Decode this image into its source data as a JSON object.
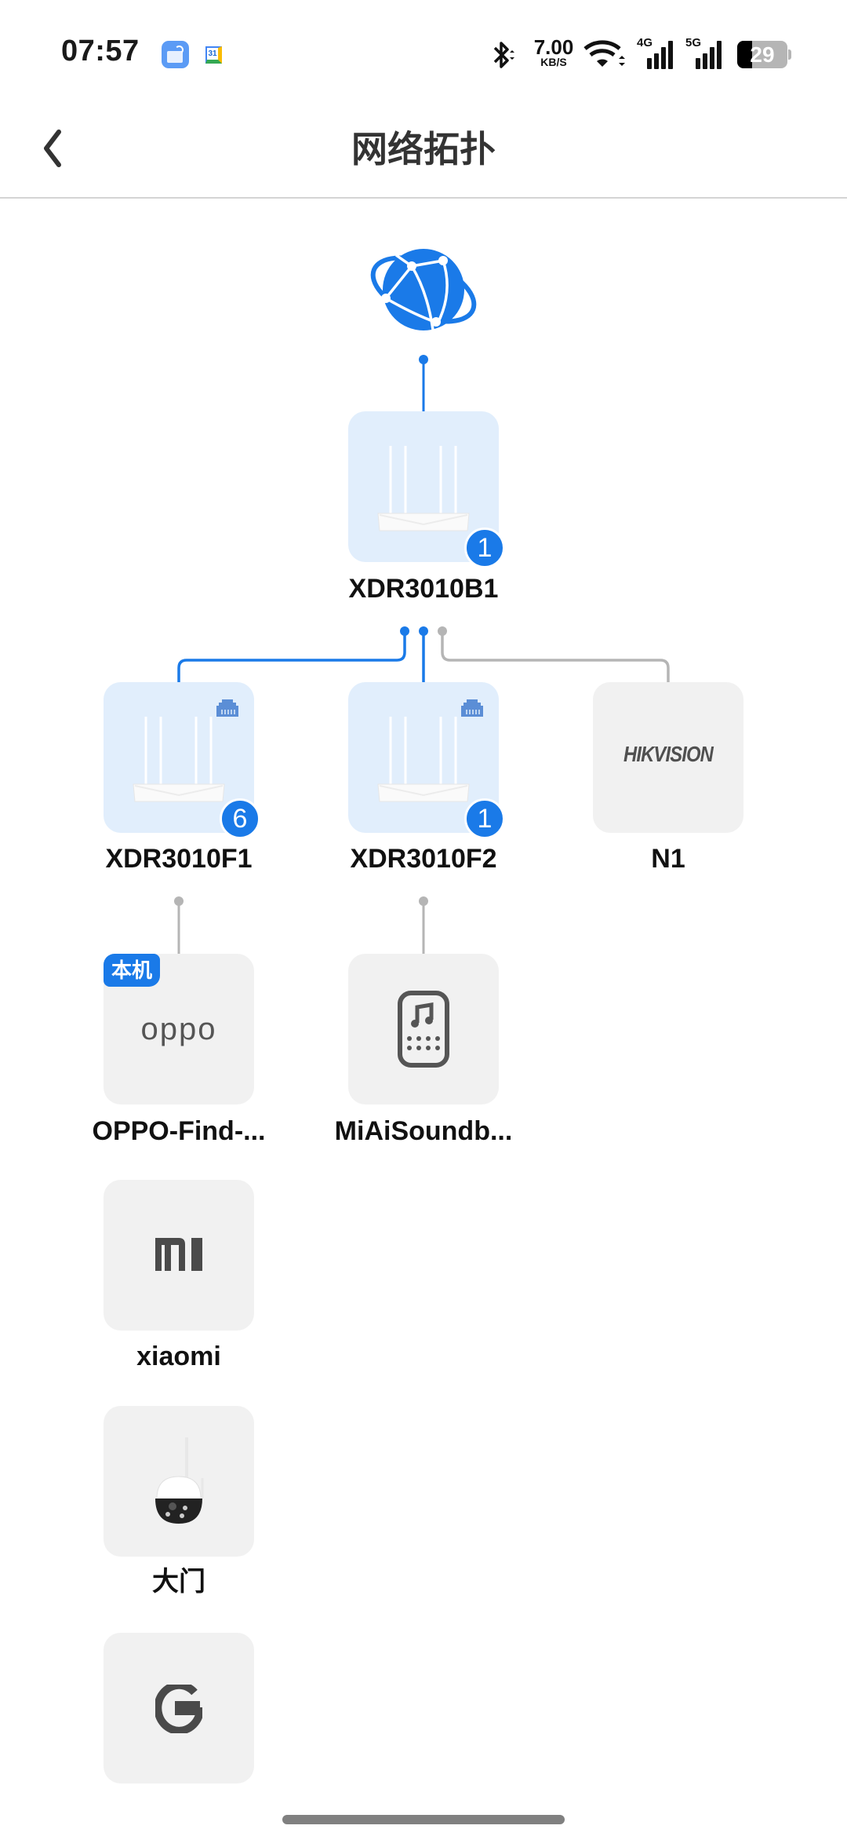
{
  "status_bar": {
    "time": "07:57",
    "notification_icons": [
      "reading-app-icon",
      "calendar-icon"
    ],
    "calendar_day": "31",
    "net_speed_value": "7.00",
    "net_speed_unit": "KB/S",
    "signal_1_label": "4G",
    "signal_2_label": "5G",
    "battery_percent": "29",
    "battery_level": 0.29,
    "icons": [
      "bluetooth-icon",
      "wifi-icon",
      "signal-4g-icon",
      "signal-5g-icon",
      "battery-icon"
    ]
  },
  "header": {
    "back_icon": "chevron-left-icon",
    "title": "网络拓扑"
  },
  "topology": {
    "internet": {
      "icon": "globe-icon",
      "status": "connected"
    },
    "main_router": {
      "name": "XDR3010B1",
      "badge_count": "1",
      "type": "router"
    },
    "mesh_nodes": [
      {
        "name": "XDR3010F1",
        "badge_count": "6",
        "type": "router",
        "link": "wired",
        "link_color": "#1a7ae8"
      },
      {
        "name": "XDR3010F2",
        "badge_count": "1",
        "type": "router",
        "link": "wired",
        "link_color": "#1a7ae8"
      },
      {
        "name": "N1",
        "brand": "HIKVISION",
        "type": "device",
        "link_color": "#b5b5b5"
      }
    ],
    "f1_clients": [
      {
        "name": "OPPO-Find-...",
        "brand": "oppo",
        "self_badge": "本机"
      },
      {
        "name": "xiaomi",
        "brand": "mi"
      },
      {
        "name": "大门",
        "brand": "camera"
      },
      {
        "name": "",
        "brand": "google"
      }
    ],
    "f2_clients": [
      {
        "name": "MiAiSoundb...",
        "brand": "speaker"
      }
    ]
  },
  "colors": {
    "accent": "#1a7ae8",
    "router_bg": "#e1eefc",
    "device_bg": "#f1f1f1",
    "offline_line": "#b5b5b5"
  }
}
